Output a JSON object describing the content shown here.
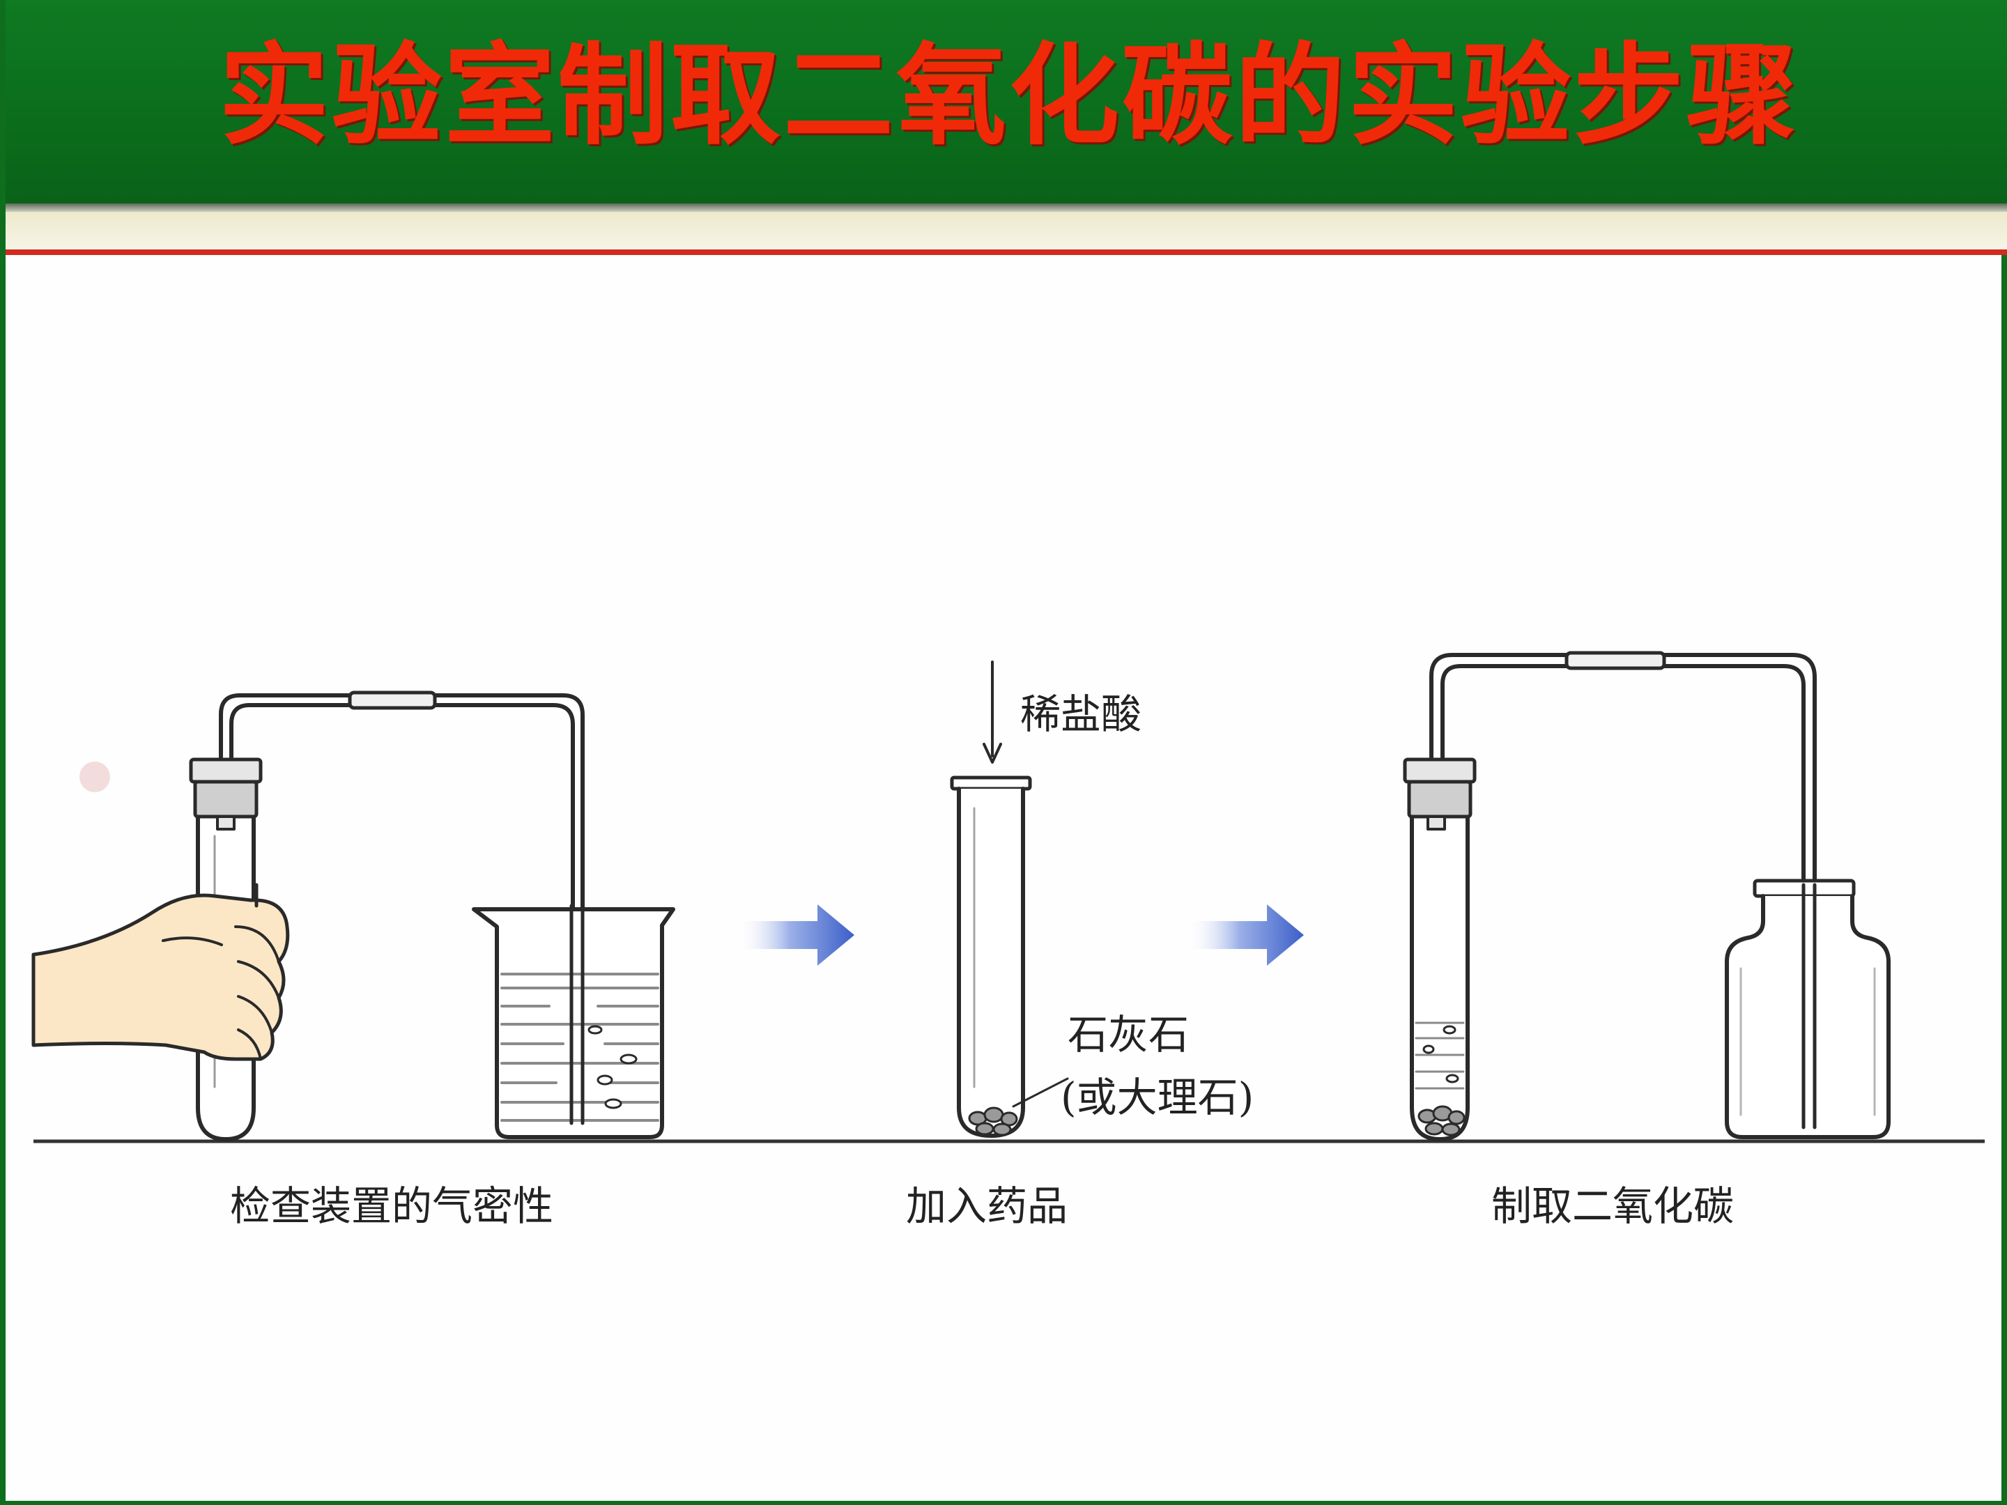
{
  "title": "实验室制取二氧化碳的实验步骤",
  "colors": {
    "header_green": "#0b6d1c",
    "title_red": "#f02a08",
    "divider_red": "#d22a1e",
    "arrow_blue": "#4d6fd0",
    "liquid_gray": "#888888"
  },
  "steps": [
    {
      "label": "检查装置的气密性"
    },
    {
      "label": "加入药品"
    },
    {
      "label": "制取二氧化碳"
    }
  ],
  "annotations": {
    "acid": "稀盐酸",
    "solid_line1": "石灰石",
    "solid_line2": "(或大理石)"
  },
  "icons": [
    "hand-icon",
    "test-tube-icon",
    "beaker-icon",
    "gas-jar-icon",
    "arrow-right-icon"
  ]
}
